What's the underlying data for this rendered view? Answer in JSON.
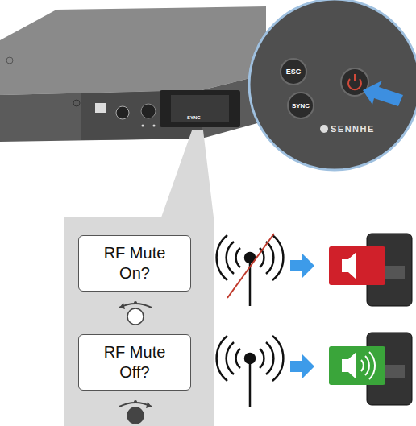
{
  "diagram": {
    "nodes": [
      {
        "text": [
          "ESC"
        ]
      },
      {
        "text": [
          "SYNC"
        ]
      },
      {
        "text": [
          "RF Mute On?"
        ]
      },
      {
        "text": [
          "RF Mute Off?"
        ]
      }
    ],
    "labels": [
      "SYNC",
      "SENNHE"
    ]
  }
}
